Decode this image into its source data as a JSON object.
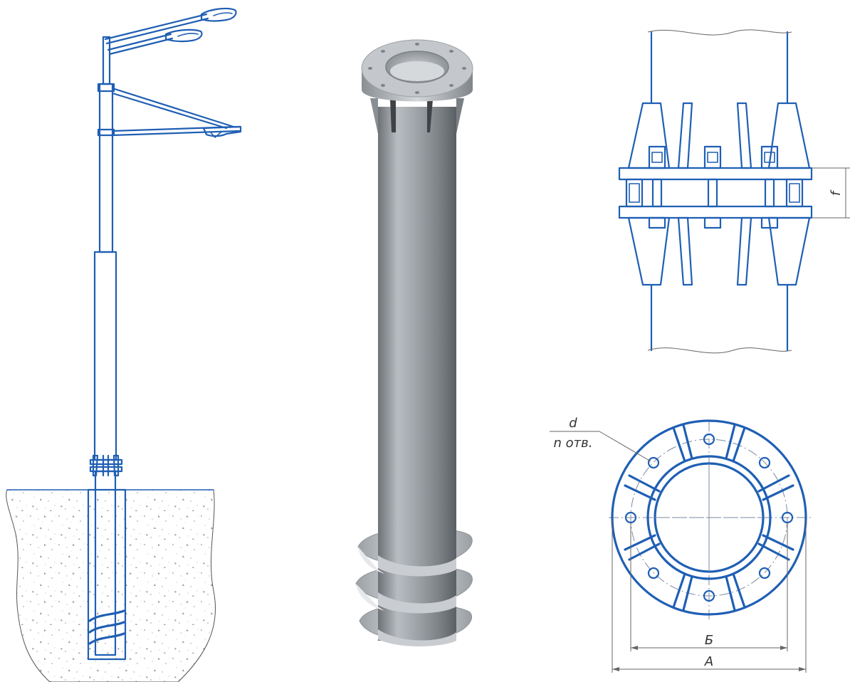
{
  "labels": {
    "f": "f",
    "d": "d",
    "n_holes": "n отв.",
    "B": "Б",
    "A": "А"
  },
  "colors": {
    "drawing_blue": "#1f5fb4",
    "render_gray": "#a9adb2",
    "ground_speckle": "#9a9a9a"
  }
}
